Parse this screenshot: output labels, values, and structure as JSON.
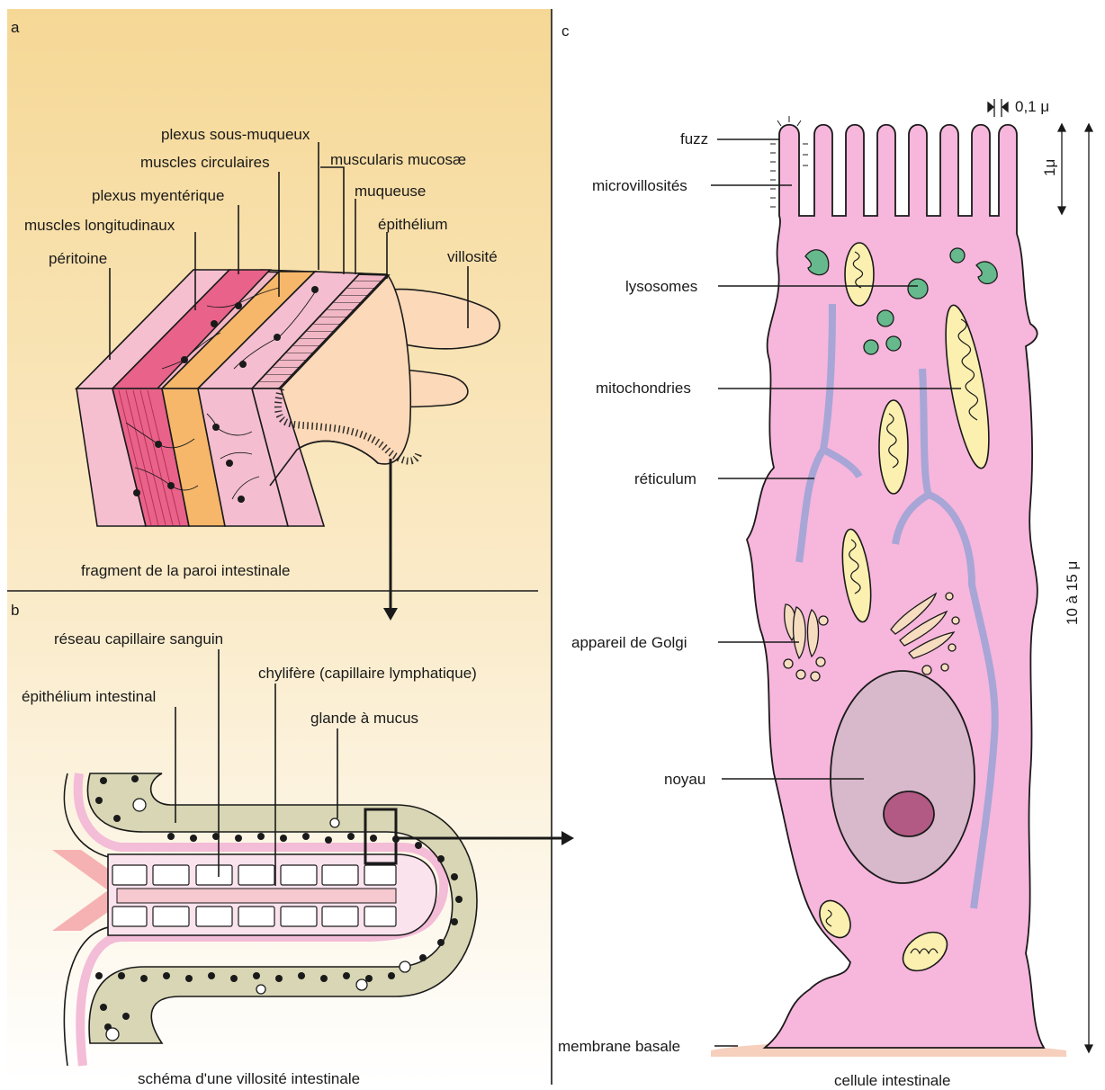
{
  "panels": {
    "a": {
      "letter": "a",
      "caption": "fragment de la paroi intestinale",
      "labels": {
        "plexus_sous_muqueux": "plexus sous-muqueux",
        "muscles_circulaires": "muscles circulaires",
        "muscularis_mucosae": "muscularis mucosæ",
        "plexus_myenterique": "plexus myentérique",
        "muqueuse": "muqueuse",
        "muscles_longitudinaux": "muscles longitudinaux",
        "epithelium": "épithélium",
        "peritoine": "péritoine",
        "villosite": "villosité"
      }
    },
    "b": {
      "letter": "b",
      "caption": "schéma d'une villosité intestinale",
      "labels": {
        "reseau_capillaire": "réseau capillaire sanguin",
        "chylifere": "chylifère (capillaire lymphatique)",
        "epithelium_intestinal": "épithélium intestinal",
        "glande_mucus": "glande à mucus"
      }
    },
    "c": {
      "letter": "c",
      "caption": "cellule intestinale",
      "labels": {
        "fuzz": "fuzz",
        "microvillosites": "microvillosités",
        "lysosomes": "lysosomes",
        "mitochondries": "mitochondries",
        "reticulum": "réticulum",
        "golgi": "appareil de Golgi",
        "noyau": "noyau",
        "membrane_basale": "membrane basale"
      },
      "dimensions": {
        "microvillus_width": "0,1 μ",
        "microvillus_height": "1μ",
        "cell_height": "10 à 15 μ"
      }
    }
  },
  "colors": {
    "background_gradient_top": "#f7dca3",
    "cell_pink": "#f7b6dc",
    "muscle_red": "#e8628a",
    "muscle_orange": "#f6b76a",
    "villus_peach": "#fcd9b8",
    "epithelium_olive": "#d8d6b4",
    "lysosome_green": "#66b98c",
    "mito_yellow": "#fbf0b0",
    "reticulum_blue": "#a7a6d6",
    "nucleus": "#d8b8cb",
    "nucleolus": "#b25a84",
    "golgi": "#f6ddc0",
    "basal_membrane": "#f6cfbd"
  }
}
